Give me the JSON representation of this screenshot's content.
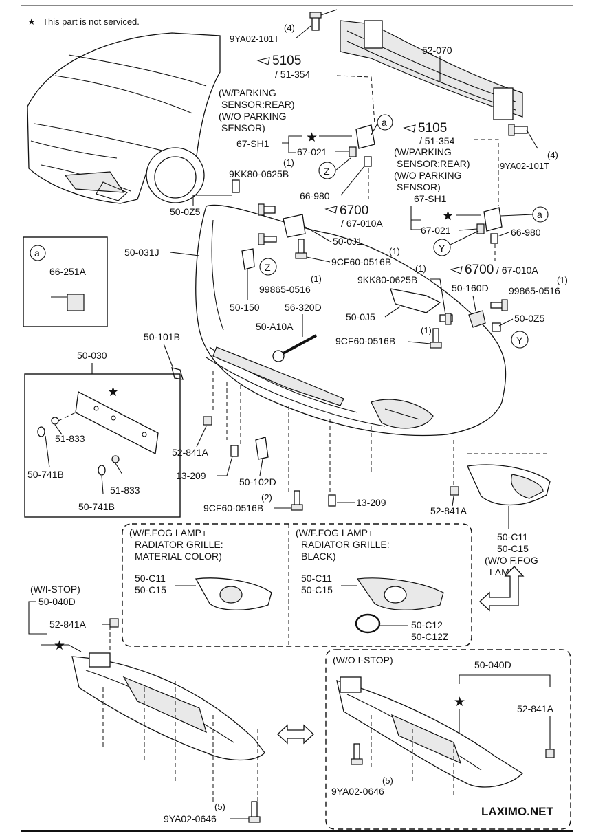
{
  "legend": {
    "star": "★",
    "text": "This part is not serviced."
  },
  "callouts": {
    "c_4a": "(4)",
    "c_9ya02a": "9YA02-101T",
    "c_52070": "52-070",
    "c_5105a": "5105",
    "c_51354a": "/ 51-354",
    "c_cond1": [
      "(W/PARKING",
      "SENSOR:REAR)",
      "(W/O PARKING",
      "SENSOR)"
    ],
    "c_67sh1a": "67-SH1",
    "c_67021a": "67-021",
    "c_1a": "(1)",
    "c_9kk80a": "9KK80-0625B",
    "c_66980a": "66-980",
    "c_6700a": "6700",
    "c_67010a": "/ 67-010A",
    "c_5105b": "5105",
    "c_51354b": "/ 51-354",
    "c_cond2": [
      "(W/PARKING",
      "SENSOR:REAR)",
      "(W/O PARKING",
      "SENSOR)"
    ],
    "c_4b": "(4)",
    "c_9ya02b": "9YA02-101T",
    "c_67sh1b": "67-SH1",
    "c_67021b": "67-021",
    "c_66980b": "66-980",
    "c_6700b": "6700",
    "c_67010b": "/ 67-010A",
    "c_500z5a": "50-0Z5",
    "c_500j1": "50-0J1",
    "c_1b": "(1)",
    "c_9cf60a": "9CF60-0516B",
    "c_50031j": "50-031J",
    "c_66251a": "66-251A",
    "c_1c": "(1)",
    "c_99865a": "99865-0516",
    "c_50150": "50-150",
    "c_56320d": "56-320D",
    "c_50a10a": "50-A10A",
    "c_1d": "(1)",
    "c_9kk80b": "9KK80-0625B",
    "c_50160d": "50-160D",
    "c_1e": "(1)",
    "c_99865b": "99865-0516",
    "c_500j5": "50-0J5",
    "c_500z5b": "50-0Z5",
    "c_1f": "(1)",
    "c_9cf60b": "9CF60-0516B",
    "c_50101b": "50-101B",
    "c_50030": "50-030",
    "c_51833a": "51-833",
    "c_50741ba": "50-741B",
    "c_51833b": "51-833",
    "c_50741bb": "50-741B",
    "c_52841aa": "52-841A",
    "c_13209a": "13-209",
    "c_50102d": "50-102D",
    "c_2": "(2)",
    "c_9cf60c": "9CF60-0516B",
    "c_13209b": "13-209",
    "c_52841ab": "52-841A",
    "c_50c11a": "50-C11",
    "c_50c15a": "50-C15",
    "c_wofog": [
      "(W/O F.FOG",
      "LAMP)"
    ],
    "c_cond3": [
      "(W/F.FOG LAMP+",
      "RADIATOR GRILLE:",
      "MATERIAL COLOR)"
    ],
    "c_50c11b": "50-C11",
    "c_50c15b": "50-C15",
    "c_cond4": [
      "(W/F.FOG LAMP+",
      "RADIATOR GRILLE:",
      "BLACK)"
    ],
    "c_50c11c": "50-C11",
    "c_50c15c": "50-C15",
    "c_50c12": "50-C12",
    "c_50c12z": "50-C12Z",
    "c_wistop": "(W/I-STOP)",
    "c_50040da": "50-040D",
    "c_52841ac": "52-841A",
    "c_5a": "(5)",
    "c_9ya02c": "9YA02-0646",
    "c_woistop": "(W/O I-STOP)",
    "c_50040db": "50-040D",
    "c_52841ad": "52-841A",
    "c_5b": "(5)",
    "c_9ya02d": "9YA02-0646"
  },
  "markers": {
    "a": "a",
    "z": "Z",
    "y": "Y"
  },
  "watermark": "LAXIMO.NET"
}
